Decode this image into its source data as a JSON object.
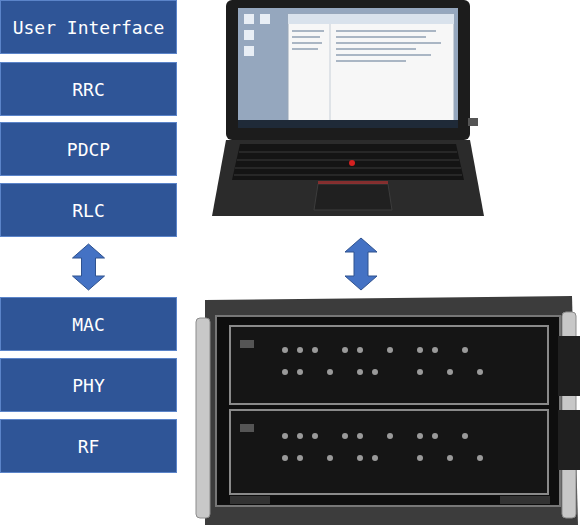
{
  "diagram": {
    "nodes": [
      {
        "text": [
          "User Interface"
        ]
      },
      {
        "text": [
          "RRC"
        ]
      },
      {
        "text": [
          "PDCP"
        ]
      },
      {
        "text": [
          "RLC"
        ]
      },
      {
        "text": [
          "MAC"
        ]
      },
      {
        "text": [
          "PHY"
        ]
      },
      {
        "text": [
          "RF"
        ]
      }
    ],
    "edges": [
      {
        "from": 3,
        "to": 4,
        "arrow": "both"
      }
    ]
  }
}
